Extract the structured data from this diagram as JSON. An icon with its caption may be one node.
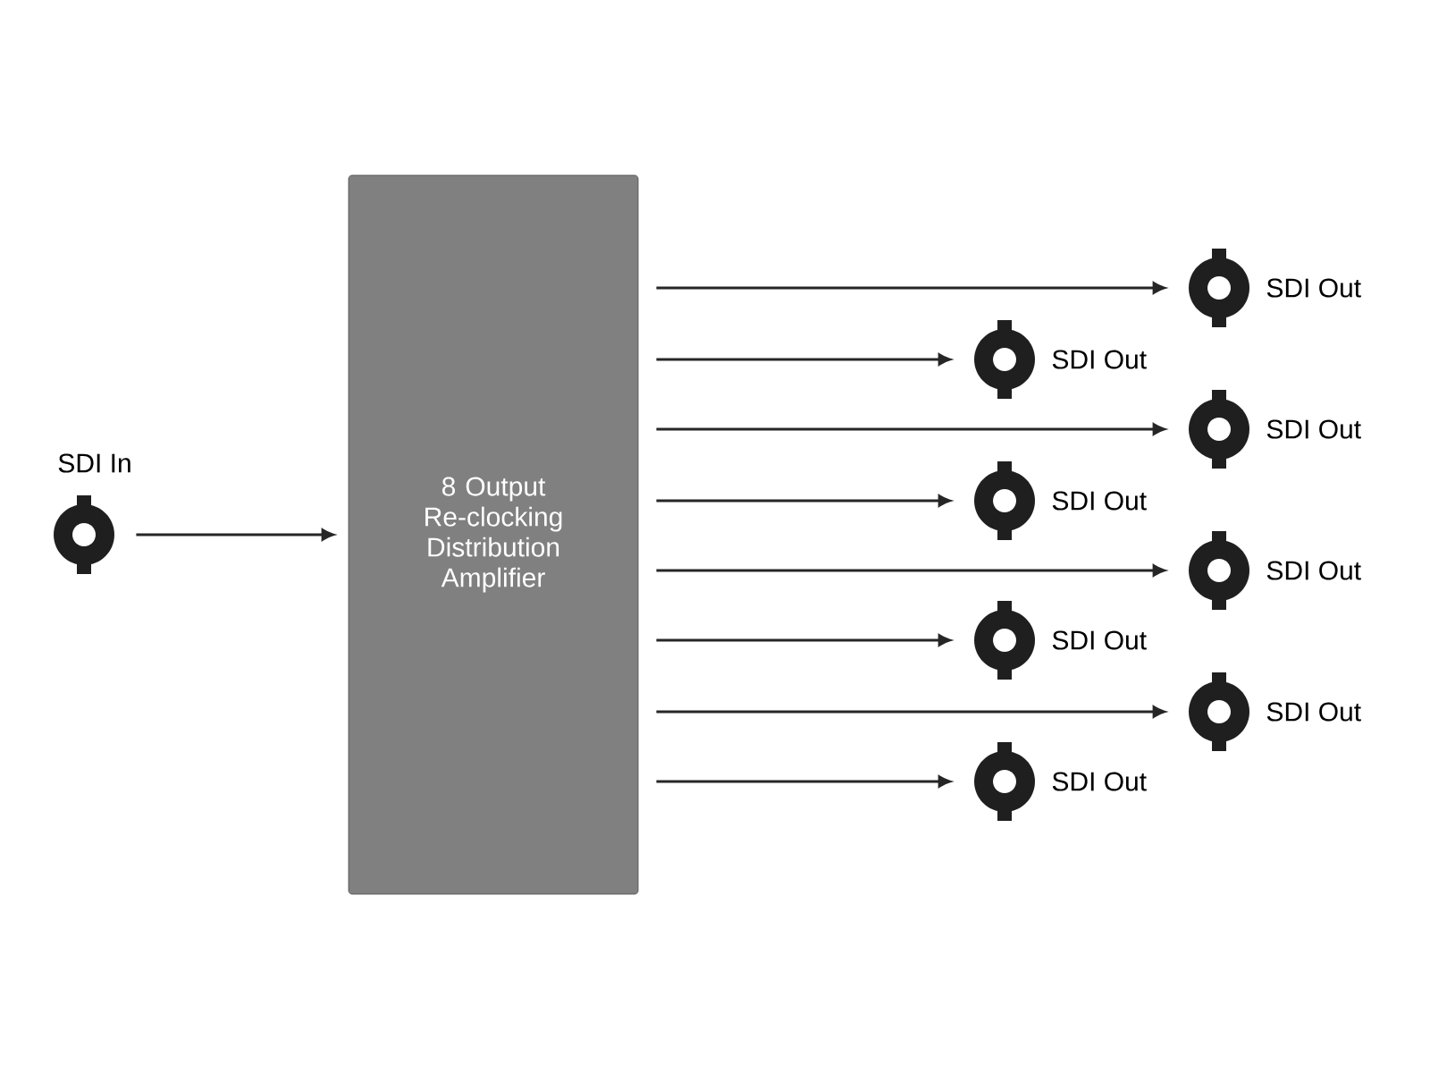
{
  "diagram": {
    "nodes": [
      {
        "text": [],
        "shape": "circle",
        "beside": [
          "SDI In"
        ]
      },
      {
        "text": [
          "8 Output Re-clocking Distribution Amplifier"
        ]
      },
      {
        "text": [],
        "shape": "circle",
        "beside": [
          "SDI Out"
        ]
      },
      {
        "text": [],
        "shape": "circle",
        "beside": [
          "SDI Out"
        ]
      },
      {
        "text": [],
        "shape": "circle",
        "beside": [
          "SDI Out"
        ]
      },
      {
        "text": [],
        "shape": "circle",
        "beside": [
          "SDI Out"
        ]
      },
      {
        "text": [],
        "shape": "circle",
        "beside": [
          "SDI Out"
        ]
      },
      {
        "text": [],
        "shape": "circle",
        "beside": [
          "SDI Out"
        ]
      },
      {
        "text": [],
        "shape": "circle",
        "beside": [
          "SDI Out"
        ]
      },
      {
        "text": [],
        "shape": "circle",
        "beside": [
          "SDI Out"
        ]
      }
    ],
    "edges": [
      {
        "from": 0,
        "to": 1,
        "arrow": "to"
      },
      {
        "from": 1,
        "to": 2,
        "arrow": "to"
      },
      {
        "from": 1,
        "to": 3,
        "arrow": "to"
      },
      {
        "from": 1,
        "to": 4,
        "arrow": "to"
      },
      {
        "from": 1,
        "to": 5,
        "arrow": "to"
      },
      {
        "from": 1,
        "to": 6,
        "arrow": "to"
      },
      {
        "from": 1,
        "to": 7,
        "arrow": "to"
      },
      {
        "from": 1,
        "to": 8,
        "arrow": "to"
      },
      {
        "from": 1,
        "to": 9,
        "arrow": "to"
      }
    ]
  }
}
